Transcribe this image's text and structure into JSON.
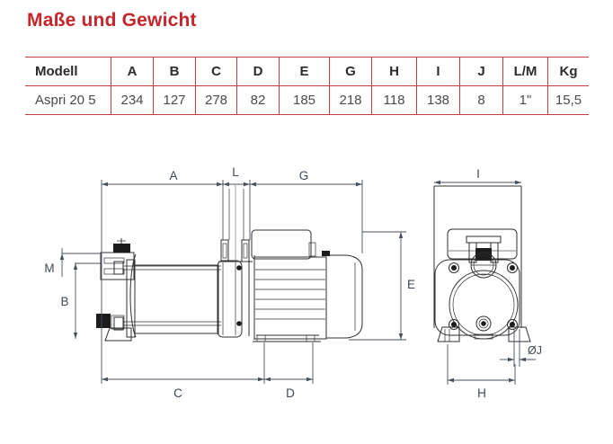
{
  "page": {
    "title": "Maße und Gewicht",
    "accent_color": "#c5262c",
    "table_border_color": "#c63c40"
  },
  "table": {
    "headers": [
      "Modell",
      "A",
      "B",
      "C",
      "D",
      "E",
      "G",
      "H",
      "I",
      "J",
      "L/M",
      "Kg"
    ],
    "rows": [
      {
        "model": "Aspri 20 5",
        "values": [
          "234",
          "127",
          "278",
          "82",
          "185",
          "218",
          "118",
          "138",
          "8",
          "1\"",
          "15,5"
        ]
      }
    ]
  },
  "diagram": {
    "side_view": {
      "dim_a": "A",
      "dim_l": "L",
      "dim_g": "G",
      "dim_m": "M",
      "dim_b": "B",
      "dim_c": "C",
      "dim_d": "D",
      "dim_e": "E"
    },
    "front_view": {
      "dim_i": "I",
      "dim_j": "ØJ",
      "dim_h": "H"
    }
  }
}
